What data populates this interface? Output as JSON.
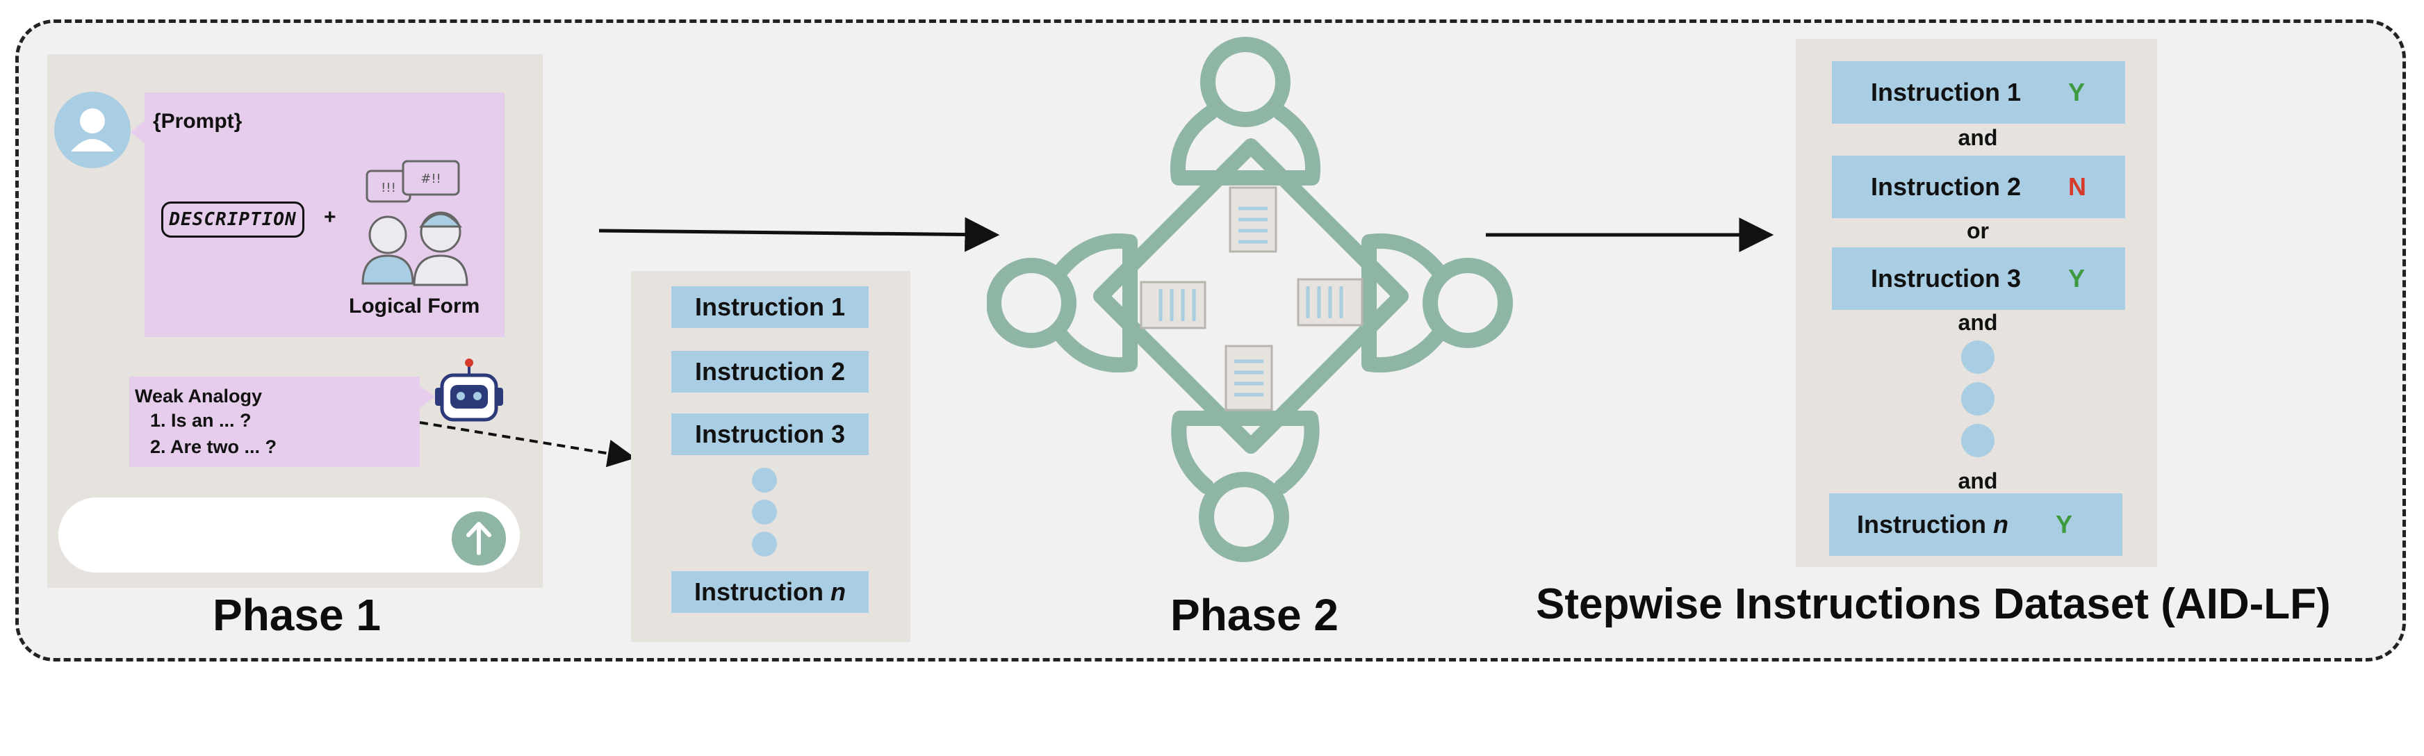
{
  "phase1": {
    "title": "Phase 1",
    "prompt_label": "{Prompt}",
    "description_tag": "DESCRIPTION",
    "plus": "+",
    "speech_a": "!!!",
    "speech_b": "#!!",
    "logical_form_label": "Logical Form",
    "weak_analogy": {
      "title": "Weak Analogy",
      "items": [
        "1. Is an ... ?",
        "2. Are two ... ?"
      ]
    }
  },
  "middle_list": {
    "items": [
      "Instruction 1",
      "Instruction 2",
      "Instruction 3"
    ],
    "last_item_prefix": "Instruction ",
    "last_item_var": "n"
  },
  "phase2": {
    "title": "Phase 2"
  },
  "dataset": {
    "title": "Stepwise Instructions Dataset (AID-LF)",
    "rows": [
      {
        "label": "Instruction 1",
        "flag": "Y"
      },
      {
        "label": "Instruction 2",
        "flag": "N"
      },
      {
        "label": "Instruction 3",
        "flag": "Y"
      }
    ],
    "connectors": [
      "and",
      "or",
      "and",
      "and"
    ],
    "last_row": {
      "prefix": "Instruction ",
      "var": "n",
      "flag": "Y"
    }
  },
  "colors": {
    "accent_teal": "#8fb5a5",
    "instruction_blue": "#a9cde3",
    "bubble_purple": "#e6cdeb",
    "yes_green": "#3e9a3e",
    "no_red": "#d63a2a"
  }
}
